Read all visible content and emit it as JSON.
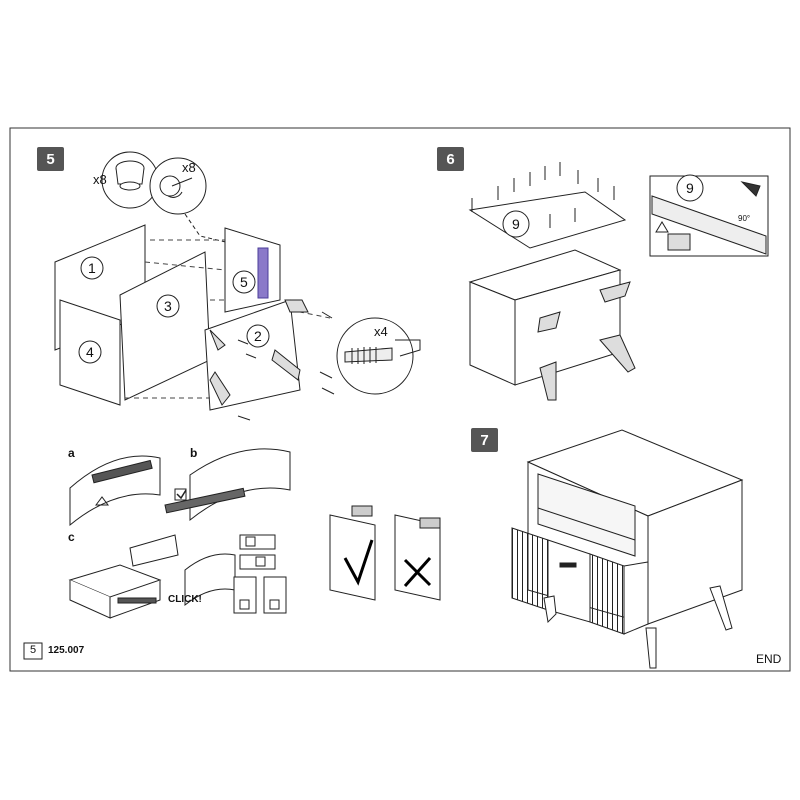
{
  "steps": {
    "five": "5",
    "six": "6",
    "seven": "7"
  },
  "step5": {
    "qty_cam": "x8",
    "qty_bolt": "x8",
    "qty_leg_screw": "x4",
    "panels": [
      "1",
      "2",
      "3",
      "4",
      "5"
    ]
  },
  "drawer_guide": {
    "sub_a": "a",
    "sub_b": "b",
    "sub_c": "c",
    "click_label": "CLICK!"
  },
  "step6": {
    "panel_top": "9",
    "detail_panel": "9",
    "angle_label": "90°"
  },
  "footer": {
    "page_number": "5",
    "product_code": "125.007",
    "end_label": "END"
  }
}
